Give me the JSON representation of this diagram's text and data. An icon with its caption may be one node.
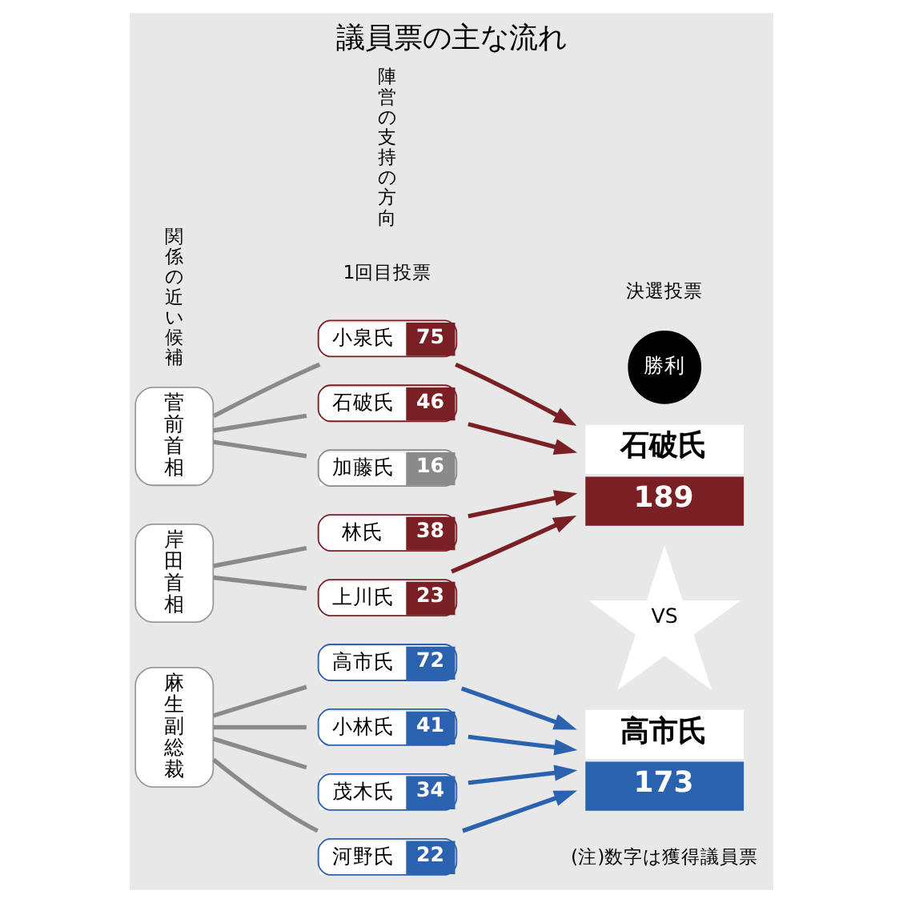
{
  "diagram": {
    "title": "議員票の主な流れ",
    "nodes": [
      {
        "text": [
          "菅前首相"
        ]
      },
      {
        "text": [
          "岸田首相"
        ]
      },
      {
        "text": [
          "麻生副総裁"
        ]
      },
      {
        "text": [
          "小泉氏",
          "75"
        ]
      },
      {
        "text": [
          "石破氏",
          "46"
        ]
      },
      {
        "text": [
          "加藤氏",
          "16"
        ]
      },
      {
        "text": [
          "林氏",
          "38"
        ]
      },
      {
        "text": [
          "上川氏",
          "23"
        ]
      },
      {
        "text": [
          "高市氏",
          "72"
        ]
      },
      {
        "text": [
          "小林氏",
          "41"
        ]
      },
      {
        "text": [
          "茂木氏",
          "34"
        ]
      },
      {
        "text": [
          "河野氏",
          "22"
        ]
      },
      {
        "text": [
          "石破氏",
          "189"
        ]
      },
      {
        "text": [
          "VS"
        ]
      },
      {
        "text": [
          "高市氏",
          "173"
        ]
      },
      {
        "text": [
          "勝利"
        ]
      }
    ],
    "edges": [
      {
        "from": 0,
        "to": 3,
        "arrow": "none"
      },
      {
        "from": 0,
        "to": 4,
        "arrow": "none"
      },
      {
        "from": 0,
        "to": 5,
        "arrow": "none"
      },
      {
        "from": 1,
        "to": 6,
        "arrow": "none"
      },
      {
        "from": 1,
        "to": 7,
        "arrow": "none"
      },
      {
        "from": 2,
        "to": 8,
        "arrow": "none"
      },
      {
        "from": 2,
        "to": 9,
        "arrow": "none"
      },
      {
        "from": 2,
        "to": 10,
        "arrow": "none"
      },
      {
        "from": 2,
        "to": 11,
        "arrow": "none"
      },
      {
        "from": 3,
        "to": 12,
        "arrow": "to",
        "color": "#7a1f24"
      },
      {
        "from": 4,
        "to": 12,
        "arrow": "to",
        "color": "#7a1f24"
      },
      {
        "from": 6,
        "to": 12,
        "arrow": "to",
        "color": "#7a1f24"
      },
      {
        "from": 7,
        "to": 12,
        "arrow": "to",
        "color": "#7a1f24"
      },
      {
        "from": 8,
        "to": 14,
        "arrow": "to",
        "color": "#2a62b0"
      },
      {
        "from": 9,
        "to": 14,
        "arrow": "to",
        "color": "#2a62b0"
      },
      {
        "from": 10,
        "to": 14,
        "arrow": "to",
        "color": "#2a62b0"
      },
      {
        "from": 11,
        "to": 14,
        "arrow": "to",
        "color": "#2a62b0"
      }
    ],
    "labels": [
      "関係の近い候補",
      "1回目投票",
      "陣営の支持の方向",
      "決選投票",
      "(注)数字は獲得議員票"
    ]
  }
}
